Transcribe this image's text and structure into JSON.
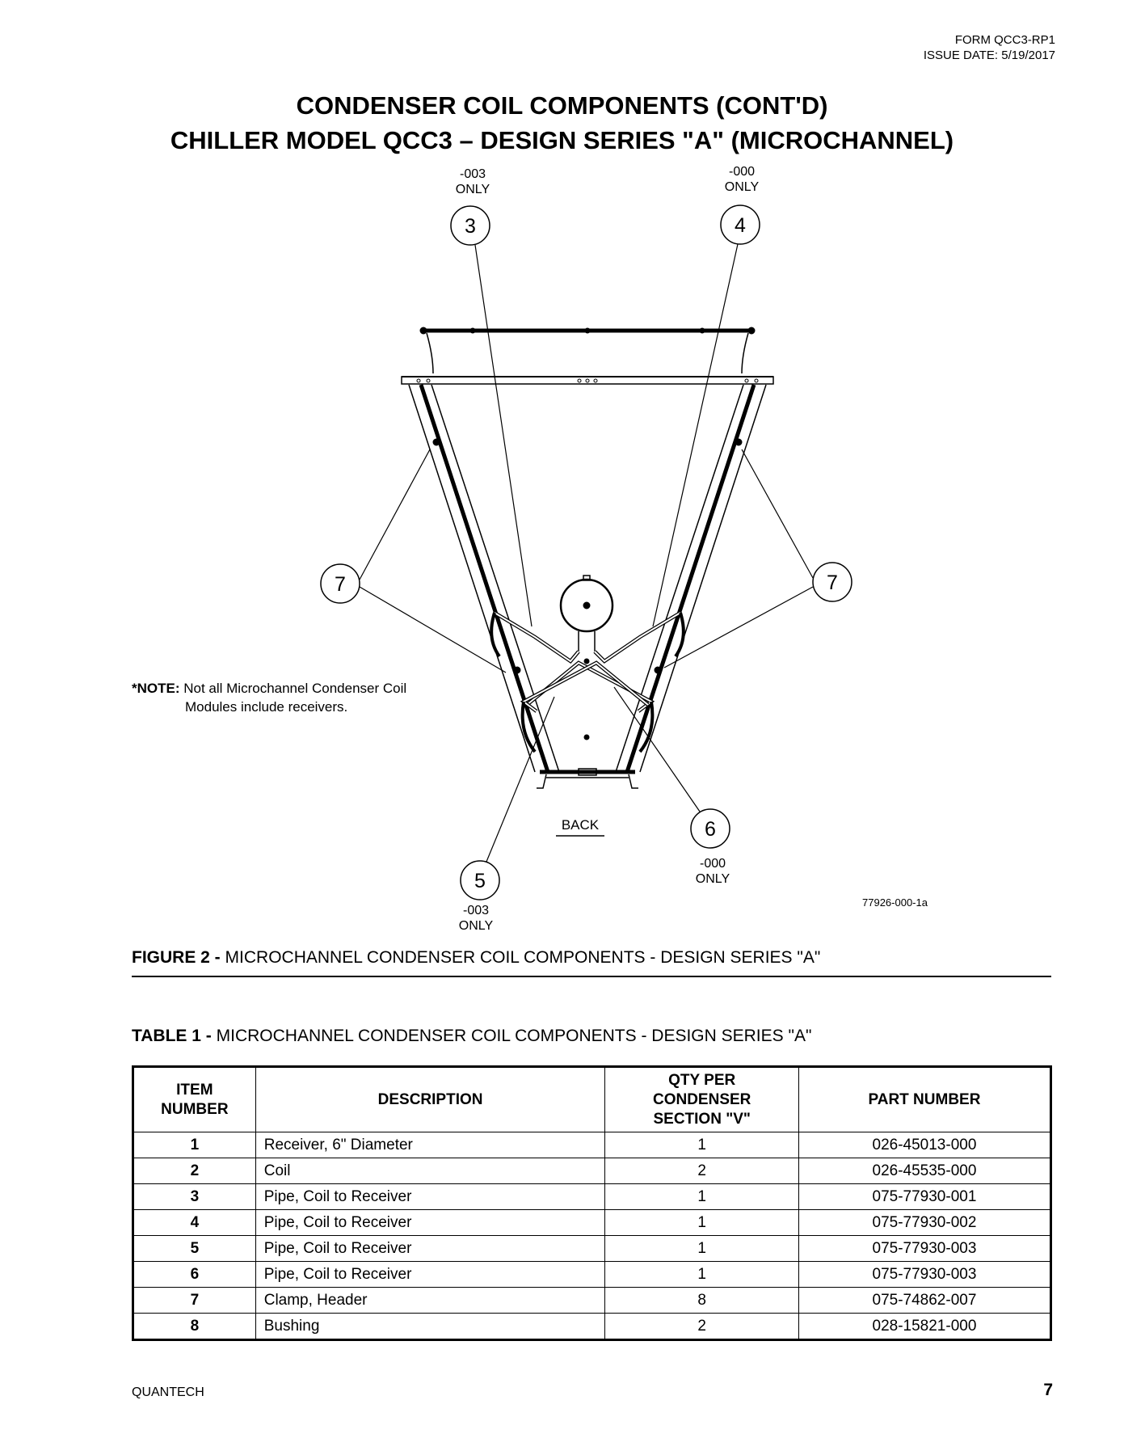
{
  "header": {
    "form": "FORM QCC3-RP1",
    "issue_date": "ISSUE DATE: 5/19/2017"
  },
  "title": {
    "line1": "CONDENSER COIL COMPONENTS (CONT'D)",
    "line2": "CHILLER MODEL QCC3 – DESIGN SERIES \"A\" (MICROCHANNEL)"
  },
  "figure": {
    "callouts": {
      "c3": {
        "num": "3",
        "line1": "-003",
        "line2": "ONLY"
      },
      "c4": {
        "num": "4",
        "line1": "-000",
        "line2": "ONLY"
      },
      "c7a": {
        "num": "7"
      },
      "c7b": {
        "num": "7"
      },
      "c6": {
        "num": "6",
        "line1": "-000",
        "line2": "ONLY"
      },
      "c5": {
        "num": "5",
        "line1": "-003",
        "line2": "ONLY"
      }
    },
    "back_label": "BACK",
    "drawing_number": "77926-000-1a",
    "note_label": "*NOTE:",
    "note_line1": "Not all Microchannel Condenser Coil",
    "note_line2": "Modules include receivers.",
    "caption_label": "FIGURE 2 -",
    "caption_text": "MICROCHANNEL CONDENSER COIL COMPONENTS - DESIGN SERIES \"A\""
  },
  "table": {
    "caption_label": "TABLE 1 -",
    "caption_text": "MICROCHANNEL CONDENSER COIL COMPONENTS - DESIGN SERIES \"A\"",
    "headers": {
      "item_l1": "ITEM",
      "item_l2": "NUMBER",
      "description": "DESCRIPTION",
      "qty_l1": "QTY PER",
      "qty_l2": "CONDENSER",
      "qty_l3": "SECTION \"V\"",
      "part": "PART NUMBER"
    },
    "rows": [
      {
        "item": "1",
        "description": "Receiver, 6\" Diameter",
        "qty": "1",
        "part": "026-45013-000"
      },
      {
        "item": "2",
        "description": "Coil",
        "qty": "2",
        "part": "026-45535-000"
      },
      {
        "item": "3",
        "description": "Pipe, Coil to Receiver",
        "qty": "1",
        "part": "075-77930-001"
      },
      {
        "item": "4",
        "description": "Pipe, Coil to Receiver",
        "qty": "1",
        "part": "075-77930-002"
      },
      {
        "item": "5",
        "description": "Pipe, Coil to Receiver",
        "qty": "1",
        "part": "075-77930-003"
      },
      {
        "item": "6",
        "description": "Pipe, Coil to Receiver",
        "qty": "1",
        "part": "075-77930-003"
      },
      {
        "item": "7",
        "description": "Clamp, Header",
        "qty": "8",
        "part": "075-74862-007"
      },
      {
        "item": "8",
        "description": "Bushing",
        "qty": "2",
        "part": "028-15821-000"
      }
    ]
  },
  "footer": {
    "brand": "QUANTECH",
    "page": "7"
  }
}
